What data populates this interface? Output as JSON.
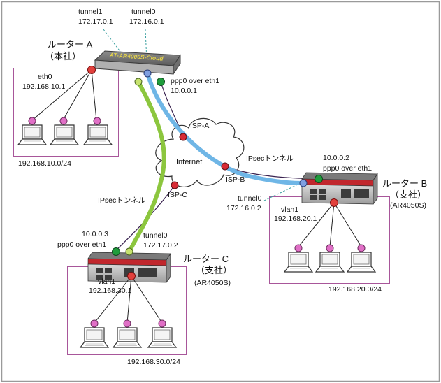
{
  "title": "IPsec VPN network diagram",
  "colors": {
    "tunnel_a_b": "#6fb6e6",
    "tunnel_a_c": "#8cc63e",
    "lan_box": "#a8569a",
    "endpoint_red": "#d72b36",
    "endpoint_green": "#1f9c3c",
    "endpoint_blue": "#7f9fe0",
    "endpoint_lime": "#c6e26e",
    "pc_node": "#e06fc6"
  },
  "router_a": {
    "name": "ルーター A",
    "role": "（本社）",
    "model": "AT-AR4000S-Cloud",
    "tunnel1_name": "tunnel1",
    "tunnel1_ip": "172.17.0.1",
    "tunnel0_name": "tunnel0",
    "tunnel0_ip": "172.16.0.1",
    "lan_if": "eth0",
    "lan_ip": "192.168.10.1",
    "wan_if": "ppp0 over eth1",
    "wan_ip": "10.0.0.1",
    "lan_net": "192.168.10.0/24"
  },
  "router_b": {
    "name": "ルーター B",
    "role": "（支社）",
    "model": "(AR4050S)",
    "wan_ip": "10.0.0.2",
    "wan_if": "ppp0 over eth1",
    "tunnel_name": "tunnel0",
    "tunnel_ip": "172.16.0.2",
    "lan_if": "vlan1",
    "lan_ip": "192.168.20.1",
    "lan_net": "192.168.20.0/24"
  },
  "router_c": {
    "name": "ルーター C",
    "role": "（支社）",
    "model": "(AR4050S)",
    "wan_ip": "10.0.0.3",
    "wan_if": "ppp0 over eth1",
    "tunnel_name": "tunnel0",
    "tunnel_ip": "172.17.0.2",
    "lan_if": "vlan1",
    "lan_ip": "192.168.30.1",
    "lan_net": "192.168.30.0/24"
  },
  "internet": {
    "label": "Internet",
    "isp_a": "ISP-A",
    "isp_b": "ISP-B",
    "isp_c": "ISP-C"
  },
  "tunnels": {
    "ab_label": "IPsecトンネル",
    "ac_label": "IPsecトンネル"
  }
}
